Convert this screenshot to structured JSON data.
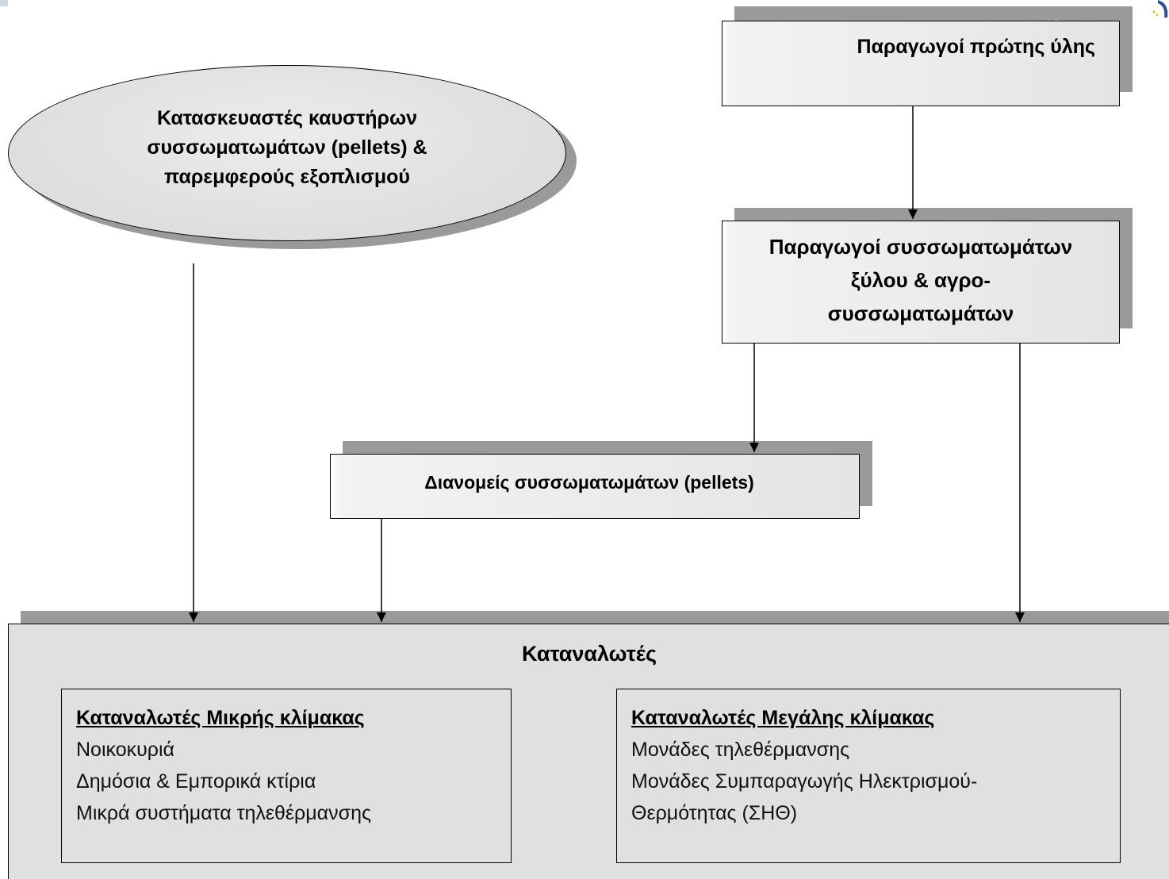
{
  "diagram": {
    "manufacturers": {
      "lines": [
        "Κατασκευαστές καυστήρων",
        "συσσωματωμάτων (pellets) &",
        "παρεμφερούς εξοπλισμού"
      ]
    },
    "raw_material_producers": {
      "label": "Παραγωγοί πρώτης ύλης"
    },
    "pellet_producers": {
      "lines": [
        "Παραγωγοί συσσωματωμάτων",
        "ξύλου & αγρο-",
        "συσσωματωμάτων"
      ]
    },
    "distributors": {
      "label": "Διανομείς συσσωματωμάτων (pellets)"
    },
    "consumers": {
      "title": "Καταναλωτές",
      "small_scale": {
        "heading": "Καταναλωτές Μικρής κλίμακας",
        "items": [
          "Νοικοκυριά",
          "Δημόσια & Εμπορικά κτίρια",
          "Μικρά συστήματα τηλεθέρμανσης"
        ]
      },
      "large_scale": {
        "heading": "Καταναλωτές Μεγάλης κλίμακας",
        "items": [
          "Μονάδες  τηλεθέρμανσης",
          "Μονάδες Συμπαραγωγής Ηλεκτρισμού-",
          "Θερμότητας (ΣΗΘ)"
        ]
      }
    },
    "colors": {
      "box_fill": "#e0e0e0",
      "shadow": "#9a9a9a",
      "ghost_text": "#c9c9c9",
      "line": "#000000"
    }
  }
}
